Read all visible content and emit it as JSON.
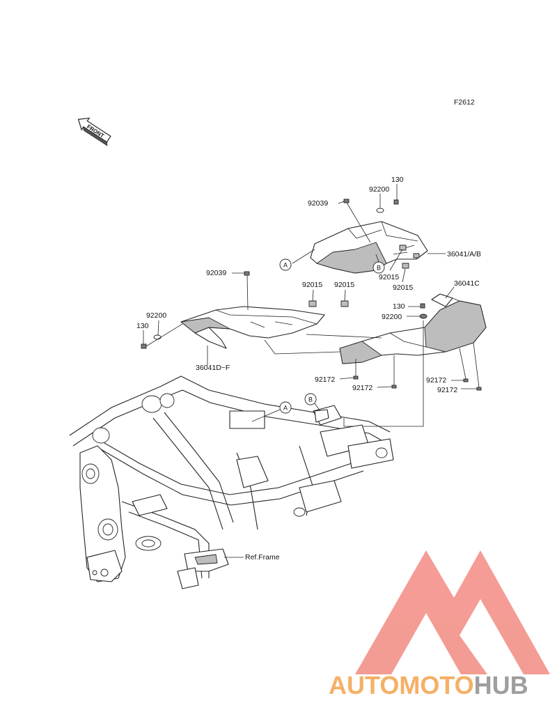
{
  "figure_code": "F2612",
  "front_arrow_label": "FRONT",
  "ref_frame_label": "Ref.Frame",
  "ref_letters": {
    "a": "A",
    "b": "B"
  },
  "labels": {
    "p_92039_top": "92039",
    "p_92200_top": "92200",
    "p_130_top": "130",
    "p_36041_ab": "36041/A/B",
    "p_92015_r1": "92015",
    "p_92015_r2": "92015",
    "p_92039_mid": "92039",
    "p_92015_m1": "92015",
    "p_92015_m2": "92015",
    "p_36041c": "36041C",
    "p_130_mid": "130",
    "p_92200_mid": "92200",
    "p_92200_left": "92200",
    "p_130_left": "130",
    "p_36041d": "36041D~F",
    "p_92172_a": "92172",
    "p_92172_b": "92172",
    "p_92172_c": "92172",
    "p_92172_d": "92172"
  },
  "watermark": {
    "word1": "AUTOMOTO",
    "word2": "HUB",
    "color1": "#f5b066",
    "color2": "#9e9e9e",
    "logo_color": "#f28b82"
  }
}
